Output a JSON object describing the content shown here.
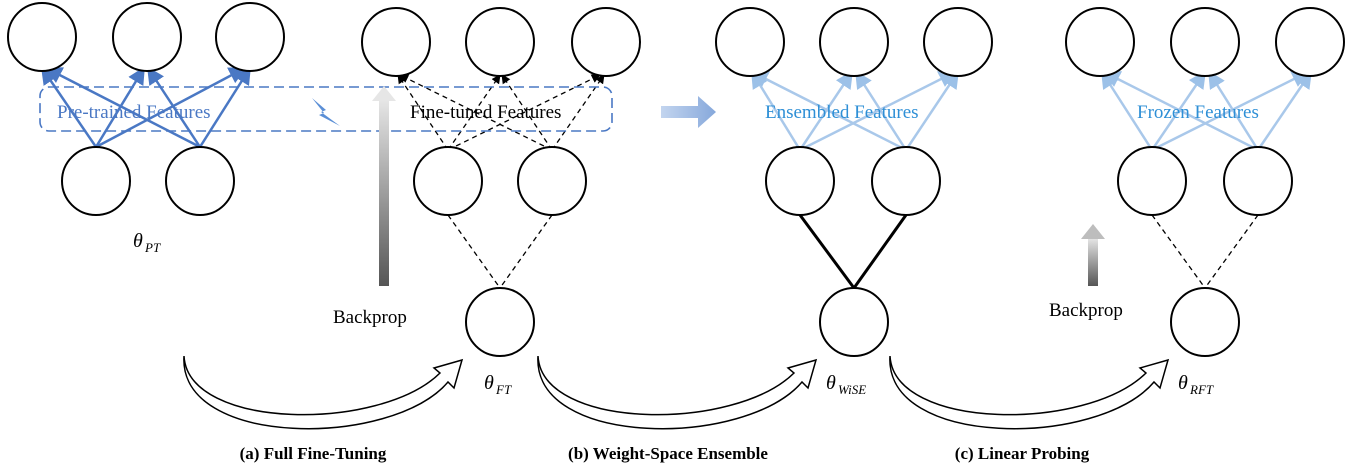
{
  "colors": {
    "pretrained_blue": "#4a78c4",
    "light_blue": "#a9c8ea",
    "feature_text_blue": "#2e8fd6",
    "box_blue": "#4a78c4",
    "big_arrow": "#9bb6e0",
    "black": "#000000"
  },
  "labels": {
    "pretrained": "Pre-trained Features",
    "finetuned": "Fine-tuned Features",
    "ensembled": "Ensembled Features",
    "frozen": "Frozen Features",
    "backprop_a": "Backprop",
    "backprop_c": "Backprop"
  },
  "params": {
    "pt": {
      "symbol": "θ",
      "sub": "PT"
    },
    "ft": {
      "symbol": "θ",
      "sub": "FT"
    },
    "wise": {
      "symbol": "θ",
      "sub": "WiSE"
    },
    "rft": {
      "symbol": "θ",
      "sub": "RFT"
    }
  },
  "captions": {
    "a": "(a) Full Fine-Tuning",
    "b": "(b) Weight-Space Ensemble",
    "c": "(c) Linear Probing"
  },
  "icons": {
    "lightning": "lightning-icon"
  }
}
